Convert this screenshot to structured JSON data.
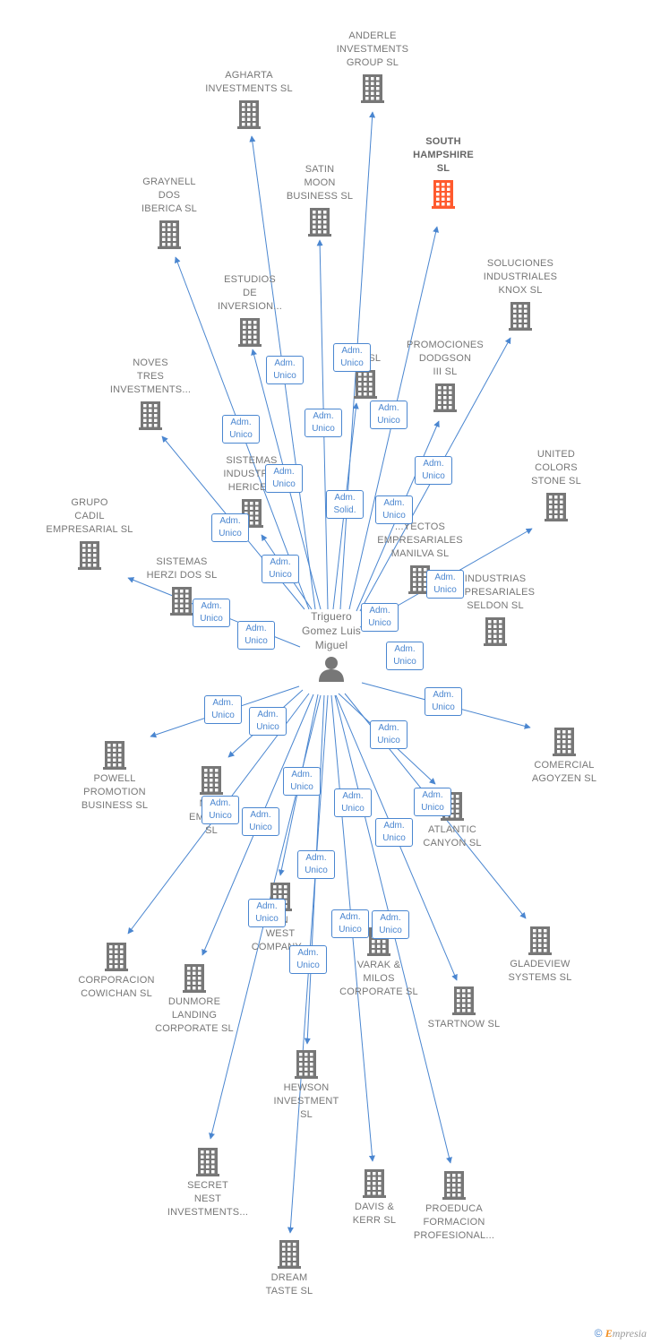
{
  "center": {
    "name": "Triguero\nGomez Luis\nMiguel"
  },
  "badge_text": "Adm.\nUnico",
  "badge_solid": "Adm.\nSolid.",
  "colors": {
    "building": "#777777",
    "highlight": "#ff5a2e",
    "edge": "#4a86d0"
  },
  "companies": [
    {
      "id": "anderle",
      "name": "ANDERLE\nINVESTMENTS\nGROUP SL"
    },
    {
      "id": "agharta",
      "name": "AGHARTA\nINVESTMENTS SL"
    },
    {
      "id": "south",
      "name": "SOUTH\nHAMPSHIRE\nSL",
      "highlight": true
    },
    {
      "id": "satin",
      "name": "SATIN\nMOON\nBUSINESS SL"
    },
    {
      "id": "graynell",
      "name": "GRAYNELL\nDOS\nIBERICA  SL"
    },
    {
      "id": "soluciones",
      "name": "SOLUCIONES\nINDUSTRIALES\nKNOX SL"
    },
    {
      "id": "estudios",
      "name": "ESTUDIOS\nDE\nINVERSION..."
    },
    {
      "id": "promociones",
      "name": "PROMOCIONES\nDODGSON\nIII SL"
    },
    {
      "id": "bsl",
      "name": "B...  SL"
    },
    {
      "id": "noves",
      "name": "NOVES\nTRES\nINVESTMENTS..."
    },
    {
      "id": "united",
      "name": "UNITED\nCOLORS\nSTONE SL"
    },
    {
      "id": "sistemasind",
      "name": "SISTEMAS\nINDUSTRI...\nHERICE..."
    },
    {
      "id": "grupo",
      "name": "GRUPO\nCADIL\nEMPRESARIAL SL"
    },
    {
      "id": "proyectos",
      "name": "...YECTOS\nEMPRESARIALES\nMANILVA SL"
    },
    {
      "id": "sistemasherzi",
      "name": "SISTEMAS\nHERZI DOS SL"
    },
    {
      "id": "industrias",
      "name": "INDUSTRIAS\n...PRESARIALES\nSELDON SL"
    },
    {
      "id": "comercial",
      "name": "COMERCIAL\nAGOYZEN SL"
    },
    {
      "id": "powell",
      "name": "POWELL\nPROMOTION\nBUSINESS  SL"
    },
    {
      "id": "mar",
      "name": "MA...\nEMPRE...\nSL"
    },
    {
      "id": "atlantic",
      "name": "ATLANTIC\nCANYON SL"
    },
    {
      "id": "gladeview",
      "name": "GLADEVIEW\nSYSTEMS  SL"
    },
    {
      "id": "west",
      "name": "...N\nWEST\nCOMPANY..."
    },
    {
      "id": "corporacion",
      "name": "CORPORACION\nCOWICHAN SL"
    },
    {
      "id": "dunmore",
      "name": "DUNMORE\nLANDING\nCORPORATE SL"
    },
    {
      "id": "varak",
      "name": "VARAK &\nMILOS\nCORPORATE SL"
    },
    {
      "id": "startnow",
      "name": "STARTNOW SL"
    },
    {
      "id": "hewson",
      "name": "HEWSON\nINVESTMENT\nSL"
    },
    {
      "id": "secret",
      "name": "SECRET\nNEST\nINVESTMENTS..."
    },
    {
      "id": "davis",
      "name": "DAVIS &\nKERR SL"
    },
    {
      "id": "proeduca",
      "name": "PROEDUCA\nFORMACION\nPROFESIONAL..."
    },
    {
      "id": "dream",
      "name": "DREAM\nTASTE SL"
    }
  ],
  "footer": {
    "copyright": "©",
    "brand_initial": "E",
    "brand_rest": "mpresia"
  }
}
